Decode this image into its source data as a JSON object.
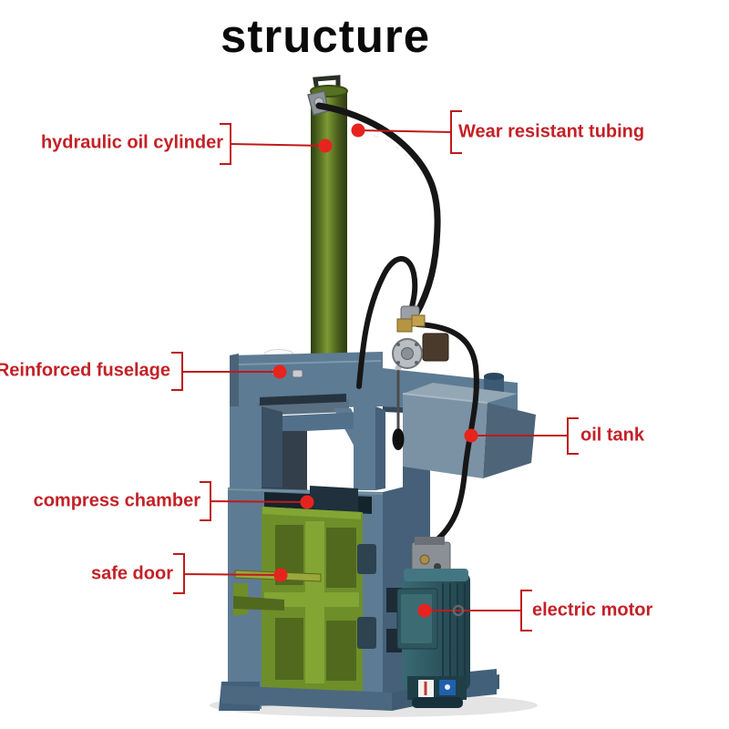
{
  "title": "structure",
  "palette": {
    "title_black": "#0a0a0a",
    "label_red": "#c32127",
    "line_red": "#bf1a1a",
    "dot_red": "#e7231e",
    "frame_blue": "#5d7b93",
    "door_green": "#6e8e2a",
    "cylinder_green": "#5a7424",
    "tank_blue": "#7a92a4",
    "motor_teal": "#31616c",
    "hose_black": "#161616"
  },
  "diagram": {
    "labels": [
      {
        "id": "hydraulic-oil-cylinder",
        "text": "hydraulic oil cylinder",
        "side": "left"
      },
      {
        "id": "wear-resistant-tubing",
        "text": "Wear resistant tubing",
        "side": "right"
      },
      {
        "id": "reinforced-fuselage",
        "text": "Reinforced fuselage",
        "side": "left"
      },
      {
        "id": "oil-tank",
        "text": "oil tank",
        "side": "right"
      },
      {
        "id": "compress-chamber",
        "text": "compress chamber",
        "side": "left"
      },
      {
        "id": "safe-door",
        "text": "safe door",
        "side": "left"
      },
      {
        "id": "electric-motor",
        "text": "electric motor",
        "side": "right"
      }
    ]
  }
}
